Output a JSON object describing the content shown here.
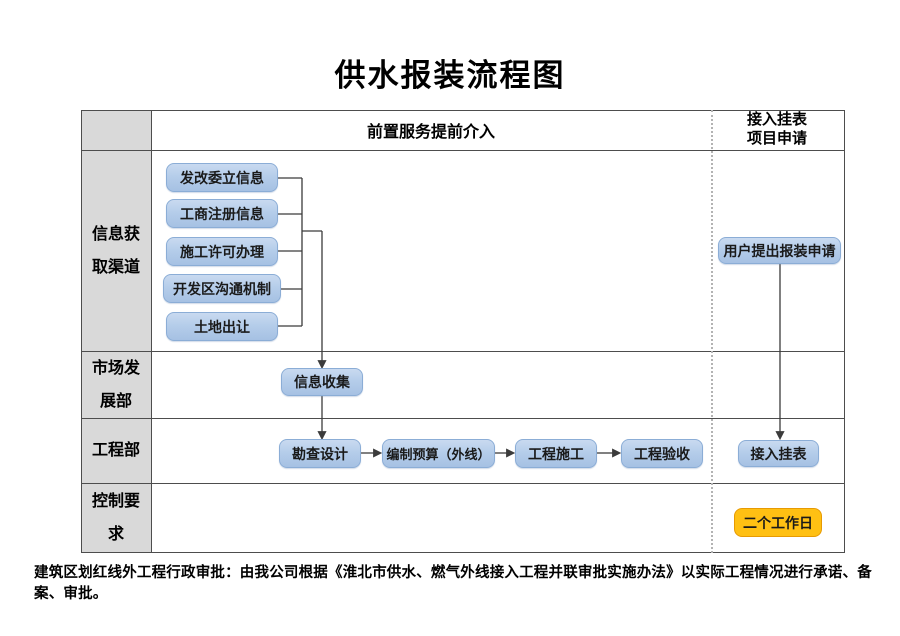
{
  "title": "供水报装流程图",
  "table": {
    "header": {
      "main": "前置服务提前介入",
      "right_line1": "接入挂表",
      "right_line2": "项目申请"
    },
    "row_labels": [
      "信息获取渠道",
      "市场发展部",
      "工程部",
      "控制要求"
    ]
  },
  "flow": {
    "info_sources": [
      "发改委立信息",
      "工商注册信息",
      "施工许可办理",
      "开发区沟通机制",
      "土地出让"
    ],
    "info_collect": "信息收集",
    "engineering_steps": [
      "勘查设计",
      "编制预算（外线）",
      "工程施工",
      "工程验收"
    ],
    "user_apply": "用户提出报装申请",
    "meter_install": "接入挂表",
    "control_requirement": "二个工作日"
  },
  "footer_note": "建筑区划红线外工程行政审批：由我公司根据《淮北市供水、燃气外线接入工程并联审批实施办法》以实际工程情况进行承诺、备案、审批。",
  "colors": {
    "box_fill": "#b5cdea",
    "box_border": "#8badd6",
    "highlight_fill": "#ffc013",
    "highlight_border": "#e79a02",
    "label_bg": "#d9d9d9",
    "line": "#3b3b3b"
  }
}
